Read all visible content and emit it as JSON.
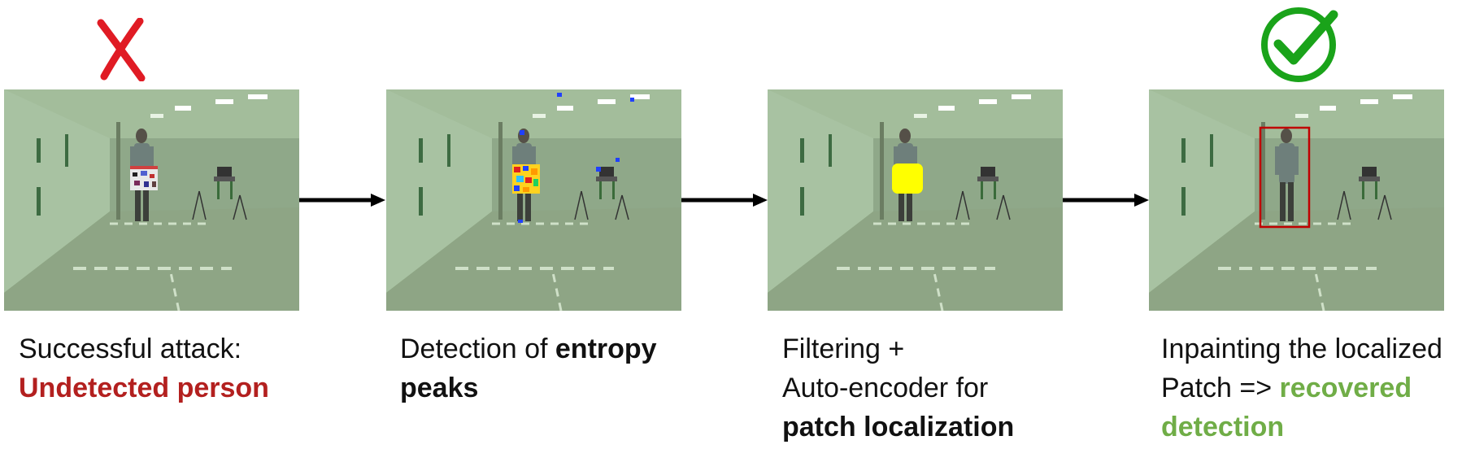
{
  "steps": [
    {
      "caption_line1": "Successful attack:",
      "caption_line2": "Undetected person",
      "status_icon": "cross-icon",
      "overlay": "adversarial-patch"
    },
    {
      "caption_plain": "Detection of ",
      "caption_bold1": "entropy",
      "caption_bold2": "peaks",
      "overlay": "entropy-heatmap"
    },
    {
      "caption_line1": "Filtering +",
      "caption_line2": "Auto-encoder for",
      "caption_line3": "patch localization",
      "overlay": "yellow-mask"
    },
    {
      "caption_line1": "Inpainting the localized",
      "caption_line2_plain": "Patch => ",
      "caption_line2_green": "recovered",
      "caption_line3": "detection",
      "status_icon": "check-circle-icon",
      "overlay": "bounding-box"
    }
  ],
  "colors": {
    "fail": "#b3201f",
    "success": "#70ad47",
    "cross": "#e01b24",
    "check": "#1aa31a",
    "box": "#c00000",
    "mask": "#ffff00"
  }
}
